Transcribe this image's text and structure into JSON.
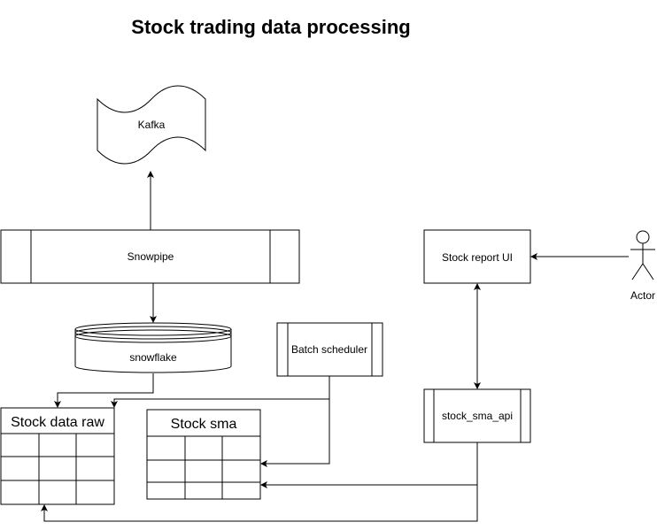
{
  "diagram": {
    "title": "Stock trading data processing",
    "nodes": {
      "kafka": {
        "label": "Kafka",
        "shape": "tape"
      },
      "snowpipe": {
        "label": "Snowpipe",
        "shape": "process"
      },
      "snowflake": {
        "label": "snowflake",
        "shape": "cylinder"
      },
      "batch_scheduler": {
        "label": "Batch scheduler",
        "shape": "process"
      },
      "stock_data_raw": {
        "label": "Stock data raw",
        "shape": "table",
        "rows": 3,
        "cols": 3
      },
      "stock_sma": {
        "label": "Stock sma",
        "shape": "table",
        "rows": 3,
        "cols": 3
      },
      "stock_report_ui": {
        "label": "Stock report UI",
        "shape": "rectangle"
      },
      "stock_sma_api": {
        "label": "stock_sma_api",
        "shape": "process"
      },
      "actor": {
        "label": "Actor",
        "shape": "stick-figure"
      }
    },
    "edges": [
      {
        "from": "snowpipe",
        "to": "kafka"
      },
      {
        "from": "snowpipe",
        "to": "snowflake"
      },
      {
        "from": "snowflake",
        "to": "stock_data_raw"
      },
      {
        "from": "batch_scheduler",
        "to": "stock_data_raw"
      },
      {
        "from": "batch_scheduler",
        "to": "stock_sma"
      },
      {
        "from": "actor",
        "to": "stock_report_ui"
      },
      {
        "from": "stock_report_ui",
        "to": "stock_sma_api",
        "bidirectional": true
      },
      {
        "from": "stock_sma_api",
        "to": "stock_sma"
      },
      {
        "from": "stock_sma_api",
        "to": "stock_data_raw"
      }
    ]
  }
}
